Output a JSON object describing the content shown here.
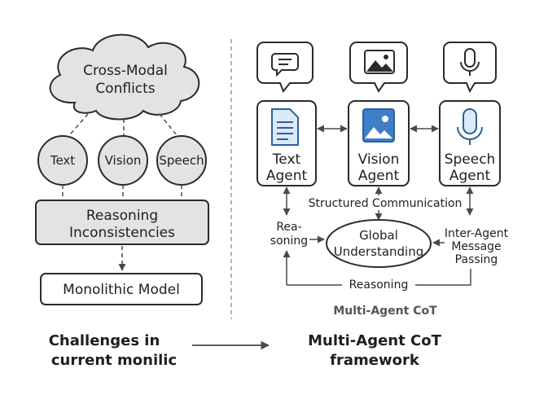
{
  "colors": {
    "ink": "#2b2b2b",
    "grey_fill": "#e3e3e3",
    "agent_fill": "#dce9f8",
    "agent_stroke": "#2e5f99",
    "icon_blue": "#3f7fc8",
    "divider": "#9a9a9a"
  },
  "left": {
    "cloud_line1": "Cross-Modal",
    "cloud_line2": "Conflicts",
    "modalities": [
      "Text",
      "Vision",
      "Speech"
    ],
    "reasoning_line1": "Reasoning",
    "reasoning_line2": "Inconsistencies",
    "monolithic": "Monolithic Model"
  },
  "right": {
    "agents": [
      {
        "line1": "Text",
        "line2": "Agent",
        "icon": "document-icon",
        "bubble_icon": "chat-icon"
      },
      {
        "line1": "Vision",
        "line2": "Agent",
        "icon": "image-icon",
        "bubble_icon": "picture-icon"
      },
      {
        "line1": "Speech",
        "line2": "Agent",
        "icon": "microphone-icon",
        "bubble_icon": "microphone-icon"
      }
    ],
    "structured_communication": "Structured Communication",
    "reasoning_side_line1": "Rea-",
    "reasoning_side_line2": "soning",
    "global_line1": "Global",
    "global_line2": "Understanding",
    "message_line1": "Inter-Agent",
    "message_line2": "Message",
    "message_line3": "Passing",
    "reasoning_bottom": "Reasoning",
    "caption": "Multi-Agent CoT"
  },
  "bottom": {
    "left_line1": "Challenges in",
    "left_line2": "current monilic",
    "right_line1": "Multi-Agent CoT",
    "right_line2": "framework"
  }
}
